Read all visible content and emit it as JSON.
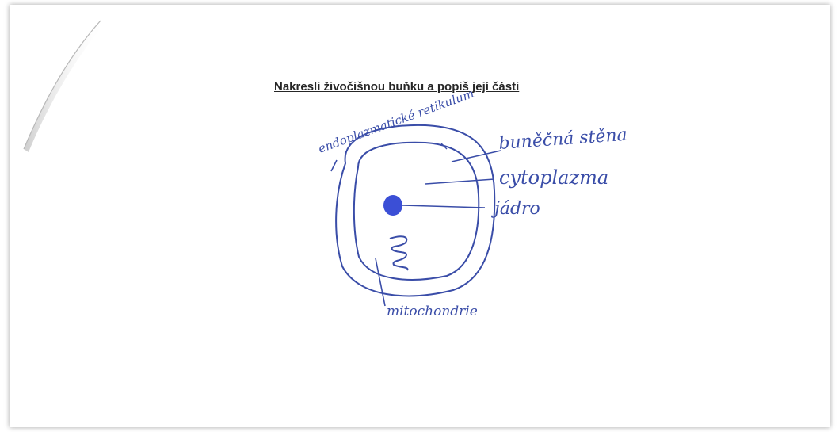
{
  "worksheet": {
    "title": "Nakresli živočišnou buňku a popiš její části"
  },
  "labels": {
    "er": "endoplazmatické retikulum",
    "cell_wall": "buněčná stěna",
    "cytoplasm": "cytoplazma",
    "nucleus": "jádro",
    "mitochondria": "mitochondrie"
  },
  "colors": {
    "ink": "#3a4da8",
    "nucleus_fill": "#3b4fd6"
  }
}
